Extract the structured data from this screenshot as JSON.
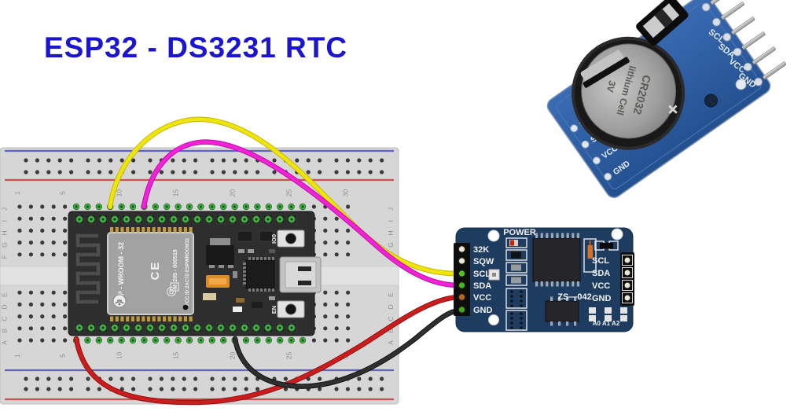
{
  "title": {
    "text": "ESP32 - DS3231 RTC",
    "color": "#1b15cf"
  },
  "breadboard": {
    "column_labels": [
      "1",
      "5",
      "10",
      "15",
      "20",
      "25",
      "30"
    ],
    "row_letters_top": [
      "J",
      "I",
      "H",
      "G",
      "F"
    ],
    "row_letters_bottom": [
      "E",
      "D",
      "C",
      "B",
      "A"
    ]
  },
  "esp32": {
    "module_label": "ESP - WROOM - 32",
    "cert_number": "205 - 000519",
    "reg_mark": "M",
    "fcc_label": "FCC ID:2AC7Z-ESPWROOM32",
    "ce_mark": "CE",
    "boot_button_label": "IO0",
    "enable_button_label": "EN"
  },
  "rtc_module": {
    "power_label": "POWER",
    "model_label": "ZS—042",
    "address_label": "A0 A1 A2",
    "left_pins": [
      "32K",
      "SQW",
      "SCL",
      "SDA",
      "VCC",
      "GND"
    ],
    "left_pin_colors": [
      "#ece7d4",
      "#ece7d4",
      "#52c223",
      "#47b51d",
      "#b5671e",
      "#42aa1b"
    ],
    "right_pins": [
      "SCL",
      "SDA",
      "VCC",
      "GND"
    ],
    "right_pin_color": "#ece7d4",
    "board_color": "#1d3c60"
  },
  "rtc_photo": {
    "battery_model": "CR2032",
    "battery_type": "lithium Cell",
    "battery_voltage": "3V",
    "battery_plus": "+",
    "right_edge_pins": [
      "SCL",
      "SDA",
      "VCC",
      "GND"
    ],
    "bottom_edge_pins": [
      "SCL",
      "SDA",
      "VCC",
      "GND"
    ]
  },
  "wires": [
    {
      "signal": "SCL",
      "color": "#f0e40e",
      "shadow": "#c3b800"
    },
    {
      "signal": "SDA",
      "color": "#f222d6",
      "shadow": "#bd0ba4"
    },
    {
      "signal": "VCC",
      "color": "#cb1d1d",
      "shadow": "#8e0f0f"
    },
    {
      "signal": "GND",
      "color": "#2f2f2f",
      "shadow": "#0f0f0f"
    }
  ]
}
